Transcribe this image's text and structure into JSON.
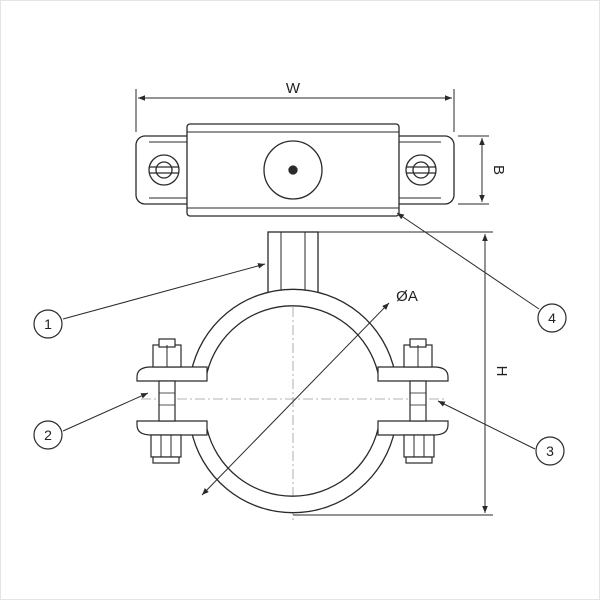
{
  "drawing": {
    "dimensions": {
      "width": "W",
      "depth": "B",
      "height": "H",
      "diameter": "ØA"
    },
    "callouts": [
      "1",
      "2",
      "3",
      "4"
    ],
    "colors": {
      "line": "#2a2a2a",
      "fill": "#ffffff",
      "center_line": "#9a9a9a"
    }
  }
}
